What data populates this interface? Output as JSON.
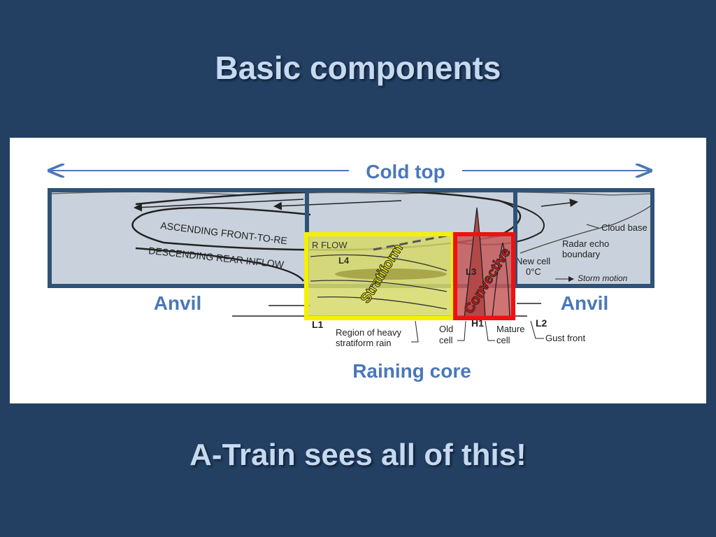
{
  "slide": {
    "title": "Basic components",
    "footer": "A-Train sees all of this!"
  },
  "diagram": {
    "cold_top_label": "Cold top",
    "anvil_left_label": "Anvil",
    "anvil_right_label": "Anvil",
    "raining_core_label": "Raining core",
    "stratiform_label": "Stratiform",
    "convective_label": "Convective",
    "ascending_flow_label": "ASCENDING FRONT-TO-RE",
    "descending_flow_label": "DESCENDING REAR INFLOW",
    "rear_flow_label": "R FLOW",
    "l4_label": "L4",
    "l3_label": "L3",
    "l1_label": "L1",
    "h1_label": "H1",
    "l2_label": "L2",
    "cloud_base_label": "Cloud base",
    "radar_echo_label_1": "Radar echo",
    "radar_echo_label_2": "boundary",
    "new_cell_label": "New cell",
    "zero_c_label": "0°C",
    "storm_motion_label": "Storm motion",
    "heavy_rain_label_1": "Region of heavy",
    "heavy_rain_label_2": "stratiform rain",
    "old_cell_label_1": "Old",
    "old_cell_label_2": "cell",
    "mature_cell_label_1": "Mature",
    "mature_cell_label_2": "cell",
    "gust_front_label": "Gust front",
    "colors": {
      "background": "#233f62",
      "box_border": "#2f5276",
      "stratiform_box": "#f5f000",
      "convective_box": "#ee1111",
      "label_blue": "#4a78b8"
    }
  }
}
